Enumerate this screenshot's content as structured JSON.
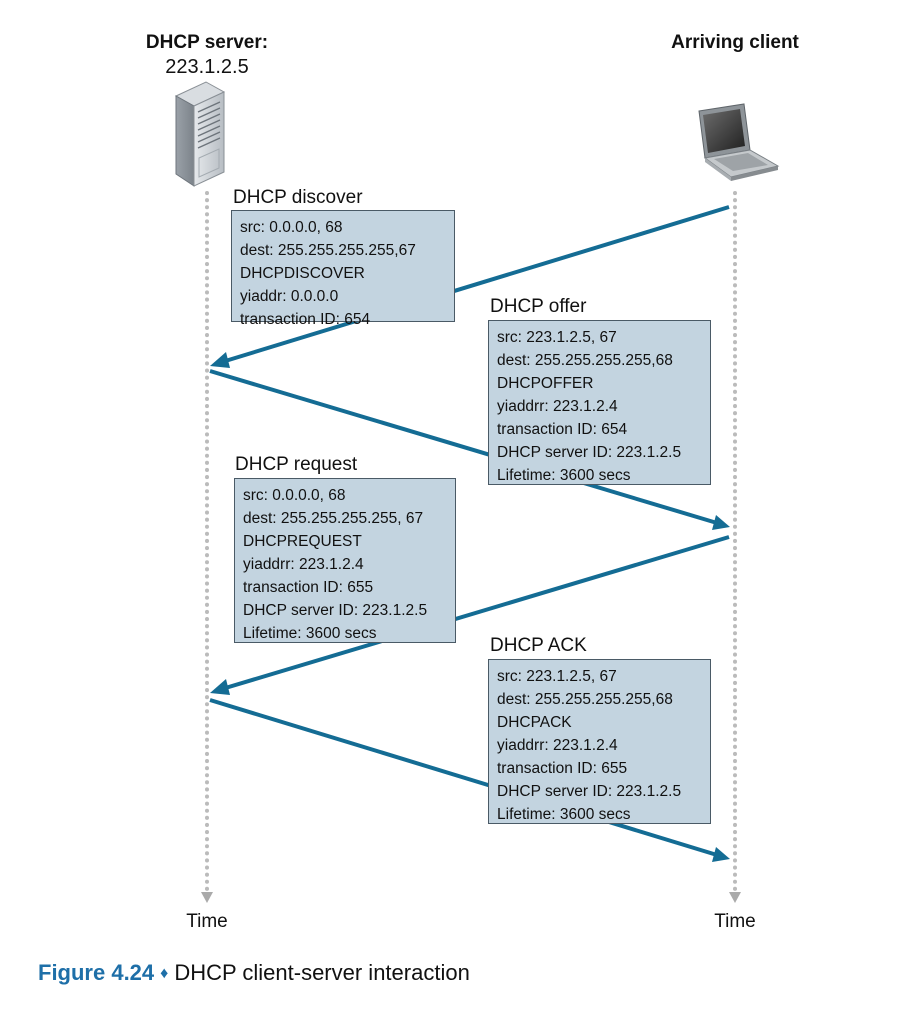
{
  "server": {
    "name": "DHCP server:",
    "address": "223.1.2.5"
  },
  "client": {
    "name": "Arriving client"
  },
  "time_label": "Time",
  "messages": [
    {
      "title": "DHCP discover",
      "lines": [
        "src: 0.0.0.0, 68",
        "dest: 255.255.255.255,67",
        "DHCPDISCOVER",
        "yiaddr: 0.0.0.0",
        "transaction ID: 654"
      ]
    },
    {
      "title": "DHCP offer",
      "lines": [
        "src: 223.1.2.5, 67",
        "dest: 255.255.255.255,68",
        "DHCPOFFER",
        "yiaddrr: 223.1.2.4",
        "transaction ID: 654",
        "DHCP server ID: 223.1.2.5",
        "Lifetime: 3600 secs"
      ]
    },
    {
      "title": "DHCP request",
      "lines": [
        "src: 0.0.0.0, 68",
        "dest: 255.255.255.255, 67",
        "DHCPREQUEST",
        "yiaddrr: 223.1.2.4",
        "transaction ID: 655",
        "DHCP server ID: 223.1.2.5",
        "Lifetime: 3600 secs"
      ]
    },
    {
      "title": "DHCP ACK",
      "lines": [
        "src: 223.1.2.5, 67",
        "dest: 255.255.255.255,68",
        "DHCPACK",
        "yiaddrr: 223.1.2.4",
        "transaction ID: 655",
        "DHCP server ID: 223.1.2.5",
        "Lifetime: 3600 secs"
      ]
    }
  ],
  "caption": {
    "figure": "Figure 4.24",
    "separator": "♦",
    "text": "DHCP client-server interaction"
  },
  "colors": {
    "arrow": "#146c94",
    "box_fill": "#c3d4e0",
    "timeline": "#bbbbbb",
    "caption_accent": "#1e6fa8"
  }
}
